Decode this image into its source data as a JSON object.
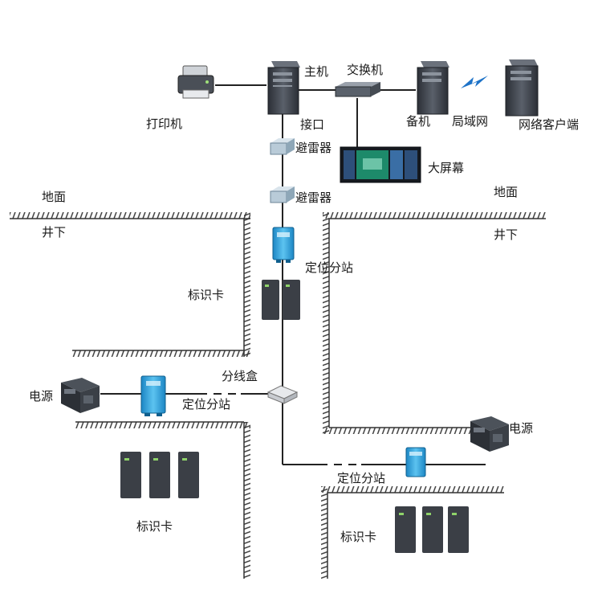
{
  "labels": {
    "host": "主机",
    "switch": "交换机",
    "printer": "打印机",
    "interface": "接口",
    "backup": "备机",
    "lan": "局域网",
    "network_client": "网络客户端",
    "arrester_top": "避雷器",
    "arrester_bottom": "避雷器",
    "big_screen": "大屏幕",
    "ground_left": "地面",
    "underground_left": "井下",
    "ground_right": "地面",
    "underground_right": "井下",
    "station_top": "定位分站",
    "card_top": "标识卡",
    "junction_box": "分线盒",
    "power_left": "电源",
    "station_left": "定位分站",
    "power_right": "电源",
    "station_bottom": "定位分站",
    "card_left": "标识卡",
    "card_right": "标识卡"
  },
  "colors": {
    "line": "#222222",
    "ground_hatch": "#333333",
    "station_blue": "#2a9fd8",
    "server_dark": "#3a3f47",
    "card_dark": "#3b3f46",
    "lightning": "#1e73c8"
  },
  "icons": {
    "printer": "printer-icon",
    "host": "server-tower-icon",
    "switch": "network-switch-icon",
    "backup": "server-tower-icon",
    "client": "server-tower-icon",
    "lan": "lightning-bolt-icon",
    "arrester": "surge-arrester-icon",
    "screen": "video-wall-icon",
    "station": "positioning-substation-icon",
    "card": "id-card-icon",
    "junction": "junction-box-icon",
    "power": "power-supply-icon"
  }
}
